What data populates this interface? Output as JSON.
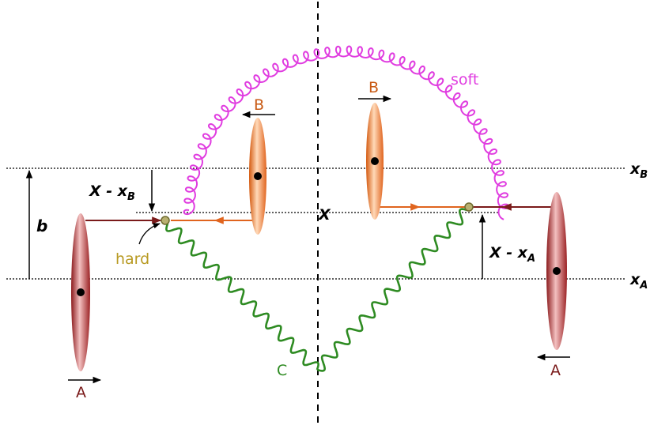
{
  "labels": {
    "a_bottom_left": "A",
    "a_bottom_right": "A",
    "b_left": "B",
    "b_right": "B",
    "soft": "soft",
    "hard": "hard",
    "c": "C",
    "center_x": "X",
    "impact_b": "b",
    "x_minus_xb_main": "X - x",
    "x_minus_xb_sub": "B",
    "x_minus_xa_main": "X - x",
    "x_minus_xa_sub": "A",
    "xb_main": "x",
    "xb_sub": "B",
    "xa_main": "x",
    "xa_sub": "A"
  },
  "colors": {
    "nucleus_a": "#c0393b",
    "nucleus_a_dark": "#8b1a1c",
    "nucleus_b": "#f07a2a",
    "soft_gluon": "#e03ce0",
    "hard_gluon": "#2e8b22",
    "hard_vertex": "#a6a060",
    "line_a": "#7a1a1a",
    "line_b": "#e0641e",
    "label_a": "#7a1a1a",
    "label_b": "#c85a14",
    "label_hard": "#b89a22",
    "label_soft": "#e03ce0",
    "label_c": "#2e8b22"
  }
}
